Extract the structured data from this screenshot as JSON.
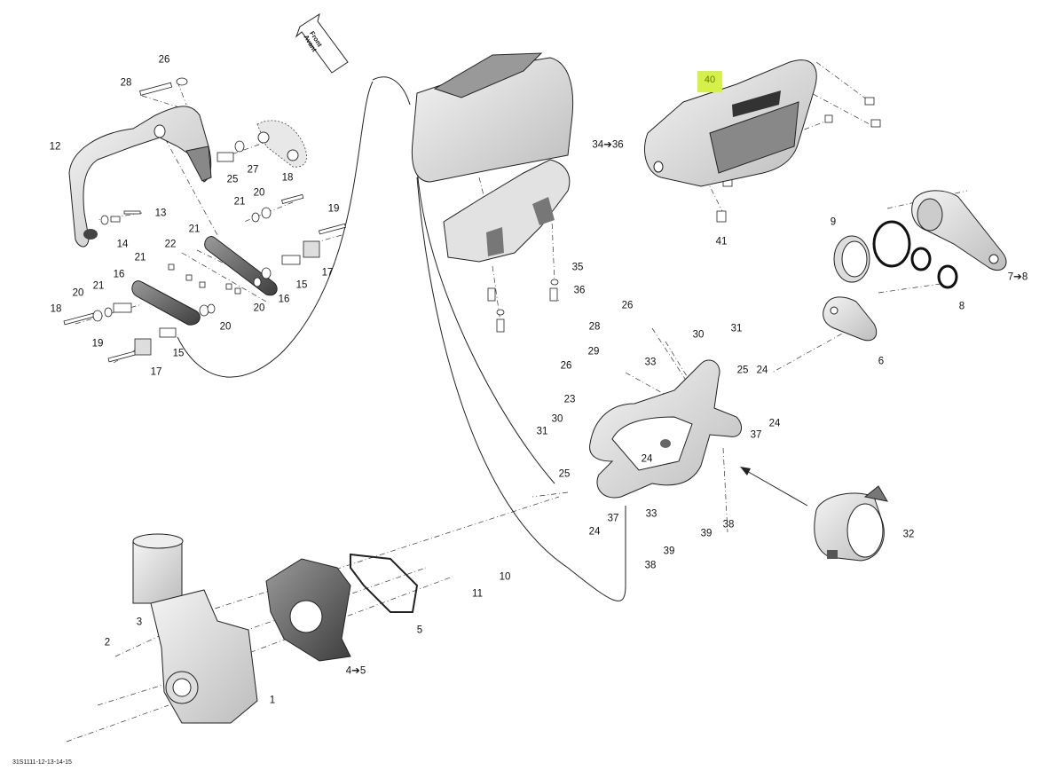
{
  "diagram": {
    "code": "31S1111-12-13-14-15",
    "direction_arrow": [
      "Front",
      "Avant"
    ],
    "highlighted_part": "40",
    "callouts": [
      {
        "id": "c26a",
        "text": "26"
      },
      {
        "id": "c28a",
        "text": "28"
      },
      {
        "id": "c12",
        "text": "12"
      },
      {
        "id": "c27",
        "text": "27"
      },
      {
        "id": "c25a",
        "text": "25"
      },
      {
        "id": "c18a",
        "text": "18"
      },
      {
        "id": "c20a",
        "text": "20"
      },
      {
        "id": "c21a",
        "text": "21"
      },
      {
        "id": "c19a",
        "text": "19"
      },
      {
        "id": "c13",
        "text": "13"
      },
      {
        "id": "c14",
        "text": "14"
      },
      {
        "id": "c21b",
        "text": "21"
      },
      {
        "id": "c22",
        "text": "22"
      },
      {
        "id": "c17a",
        "text": "17"
      },
      {
        "id": "c21c",
        "text": "21"
      },
      {
        "id": "c16a",
        "text": "16"
      },
      {
        "id": "c15a",
        "text": "15"
      },
      {
        "id": "c16b",
        "text": "16"
      },
      {
        "id": "c20b",
        "text": "20"
      },
      {
        "id": "c20c",
        "text": "20"
      },
      {
        "id": "c21d",
        "text": "21"
      },
      {
        "id": "c18b",
        "text": "18"
      },
      {
        "id": "c20d",
        "text": "20"
      },
      {
        "id": "c19b",
        "text": "19"
      },
      {
        "id": "c15b",
        "text": "15"
      },
      {
        "id": "c17b",
        "text": "17"
      },
      {
        "id": "c3436",
        "text": "34➔36"
      },
      {
        "id": "c35",
        "text": "35"
      },
      {
        "id": "c36",
        "text": "36"
      },
      {
        "id": "c40",
        "text": "40"
      },
      {
        "id": "c41",
        "text": "41"
      },
      {
        "id": "c9",
        "text": "9"
      },
      {
        "id": "c78",
        "text": "7➔8"
      },
      {
        "id": "c8",
        "text": "8"
      },
      {
        "id": "c6",
        "text": "6"
      },
      {
        "id": "c26b",
        "text": "26"
      },
      {
        "id": "c28b",
        "text": "28"
      },
      {
        "id": "c29",
        "text": "29"
      },
      {
        "id": "c26c",
        "text": "26"
      },
      {
        "id": "c33a",
        "text": "33"
      },
      {
        "id": "c30a",
        "text": "30"
      },
      {
        "id": "c31a",
        "text": "31"
      },
      {
        "id": "c25b",
        "text": "25"
      },
      {
        "id": "c24a",
        "text": "24"
      },
      {
        "id": "c23",
        "text": "23"
      },
      {
        "id": "c24b",
        "text": "24"
      },
      {
        "id": "c37a",
        "text": "37"
      },
      {
        "id": "c30b",
        "text": "30"
      },
      {
        "id": "c31b",
        "text": "31"
      },
      {
        "id": "c24c",
        "text": "24"
      },
      {
        "id": "c25c",
        "text": "25"
      },
      {
        "id": "c37b",
        "text": "37"
      },
      {
        "id": "c24d",
        "text": "24"
      },
      {
        "id": "c33b",
        "text": "33"
      },
      {
        "id": "c38a",
        "text": "38"
      },
      {
        "id": "c39a",
        "text": "39"
      },
      {
        "id": "c39b",
        "text": "39"
      },
      {
        "id": "c38b",
        "text": "38"
      },
      {
        "id": "c32",
        "text": "32"
      },
      {
        "id": "c10",
        "text": "10"
      },
      {
        "id": "c11",
        "text": "11"
      },
      {
        "id": "c5",
        "text": "5"
      },
      {
        "id": "c45",
        "text": "4➔5"
      },
      {
        "id": "c3",
        "text": "3"
      },
      {
        "id": "c2",
        "text": "2"
      },
      {
        "id": "c1",
        "text": "1"
      }
    ]
  }
}
